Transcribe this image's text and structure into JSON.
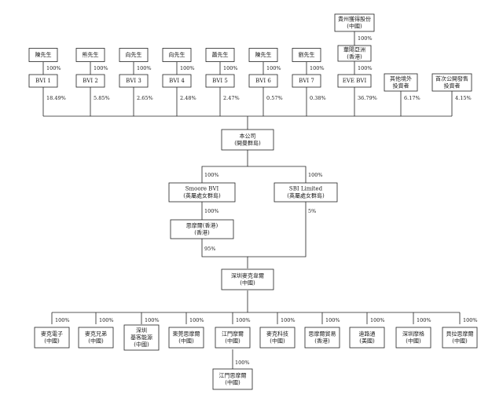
{
  "entities": {
    "shareholder_1": "陳先生",
    "shareholder_2": "熊先生",
    "shareholder_3": "向先生",
    "shareholder_4": "向先生",
    "shareholder_5": "蕭先生",
    "shareholder_6": "陳先生",
    "shareholder_7": "劉先生",
    "parent_top": [
      "貴州獲得股份",
      "(中國)"
    ],
    "parent_hk": [
      "華陽亞洲",
      "(香港)"
    ],
    "bvi_1": "BVI 1",
    "bvi_2": "BVI 2",
    "bvi_3": "BVI 3",
    "bvi_4": "BVI 4",
    "bvi_5": "BVI 5",
    "bvi_6": "BVI 6",
    "bvi_7": "BVI 7",
    "eve_bvi": "EVE BVI",
    "other_investors": [
      "其他境外",
      "投資者"
    ],
    "public": [
      "首次公開發售",
      "投資者"
    ],
    "company": [
      "本公司",
      "(開曼群島)"
    ],
    "smoore_bvi": [
      "Smoore BVI",
      "(英屬處女群島)"
    ],
    "sbi": [
      "SBI Limited",
      "(英屬處女群島)"
    ],
    "smoore_hk": [
      "思摩爾(香港)",
      "(香港)"
    ],
    "shenzhen": [
      "深圳麥克韋爾",
      "(中國)"
    ],
    "sub_1": [
      "麥克電子",
      "(中國)"
    ],
    "sub_2": [
      "麥克兄弟",
      "(中國)"
    ],
    "sub_3": [
      "深圳",
      "基客能源",
      "(中國)"
    ],
    "sub_4": [
      "東莞思摩爾",
      "(中國)"
    ],
    "sub_5": [
      "江門摩爾",
      "(中國)"
    ],
    "sub_6": [
      "麥克科技",
      "(中國)"
    ],
    "sub_7": [
      "思摩爾貿易",
      "(香港)"
    ],
    "sub_8": [
      "遠路通",
      "(美國)"
    ],
    "sub_9": [
      "深圳摩格",
      "(中國)"
    ],
    "sub_10": [
      "貝拉思摩爾",
      "(中國)"
    ],
    "jiangmen_sub": [
      "江門思摩爾",
      "(中國)"
    ]
  },
  "percentages": {
    "p100": "100%",
    "bvi_1": "18.49%",
    "bvi_2": "5.85%",
    "bvi_3": "2.65%",
    "bvi_4": "2.48%",
    "bvi_5": "2.47%",
    "bvi_6": "0.57%",
    "bvi_7": "0.38%",
    "eve_bvi": "36.79%",
    "other_investors": "6.17%",
    "public": "4.15%",
    "sbi_to_shenzhen": "5%",
    "smoore_hk_to_shenzhen": "95%"
  }
}
